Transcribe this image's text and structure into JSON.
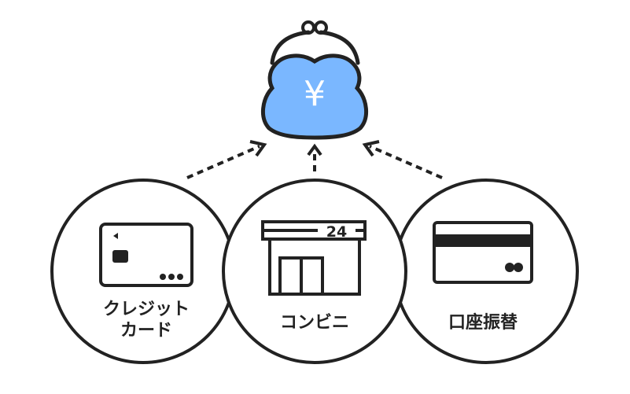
{
  "colors": {
    "ink": "#222222",
    "purse_fill": "#7ab7ff",
    "background": "#ffffff"
  },
  "purse": {
    "icon": "coin-purse-icon",
    "symbol": "¥"
  },
  "methods": [
    {
      "id": "credit-card",
      "icon": "credit-card-icon",
      "label_lines": [
        "クレジット",
        "カード"
      ]
    },
    {
      "id": "convenience-store",
      "icon": "convenience-store-icon",
      "label_lines": [
        "コンビニ"
      ],
      "sign_text": "24"
    },
    {
      "id": "bank-transfer",
      "icon": "bank-card-icon",
      "label_lines": [
        "口座振替"
      ]
    }
  ]
}
